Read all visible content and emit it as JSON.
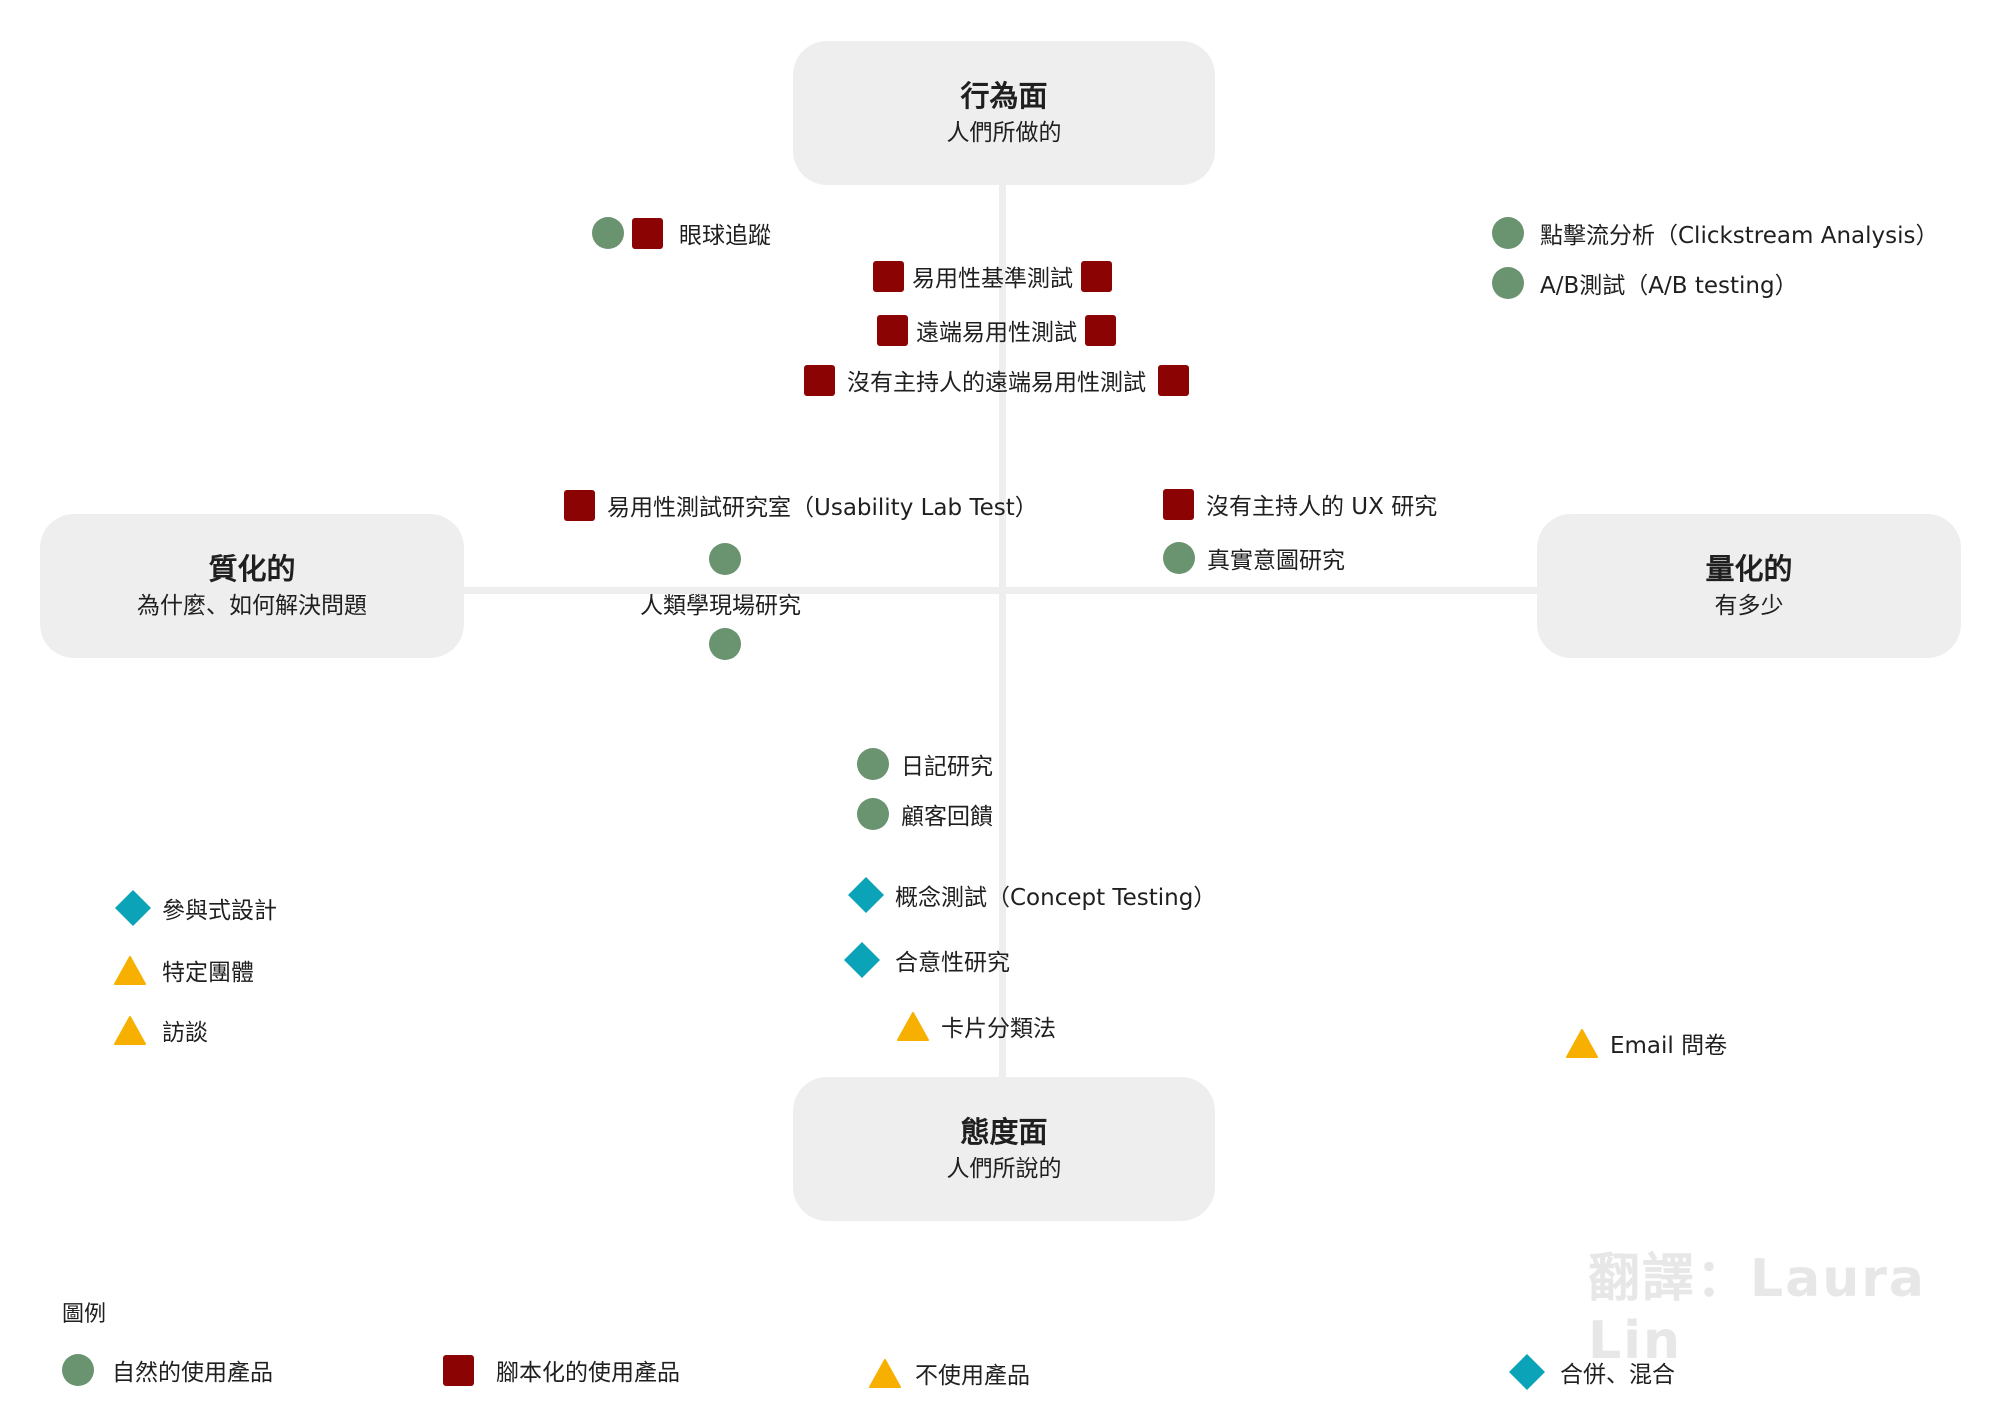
{
  "axes": {
    "top": {
      "title": "行為面",
      "subtitle": "人們所做的"
    },
    "bottom": {
      "title": "態度面",
      "subtitle": "人們所說的"
    },
    "left": {
      "title": "質化的",
      "subtitle": "為什麼、如何解決問題"
    },
    "right": {
      "title": "量化的",
      "subtitle": "有多少"
    }
  },
  "methods": {
    "eye_tracking": "眼球追蹤",
    "usability_benchmark": "易用性基準測試",
    "remote_usability": "遠端易用性測試",
    "unmoderated_remote": "沒有主持人的遠端易用性測試",
    "clickstream": "點擊流分析（Clickstream Analysis）",
    "ab_testing": "A/B測試（A/B testing）",
    "usability_lab": "易用性測試研究室（Usability Lab Test）",
    "ethnographic": "人類學現場研究",
    "unmoderated_ux": "沒有主持人的 UX 研究",
    "true_intent": "真實意圖研究",
    "diary": "日記研究",
    "customer_feedback": "顧客回饋",
    "concept_testing": "概念測試（Concept Testing）",
    "desirability": "合意性研究",
    "card_sorting": "卡片分類法",
    "participatory": "參與式設計",
    "focus_groups": "特定團體",
    "interviews": "訪談",
    "email_survey": "Email 問卷"
  },
  "watermark": "翻譯：Laura Lin",
  "legend": {
    "title": "圖例",
    "natural": "自然的使用產品",
    "scripted": "腳本化的使用產品",
    "no_product": "不使用產品",
    "combined": "合併、混合"
  },
  "colors": {
    "natural": "#6a9370",
    "scripted": "#8b0303",
    "no_product": "#f7b000",
    "combined": "#0aa3b8",
    "box": "#eeeeee"
  },
  "icons": {
    "natural": "green-circle",
    "scripted": "red-square",
    "no_product": "yellow-triangle",
    "combined": "teal-diamond"
  }
}
